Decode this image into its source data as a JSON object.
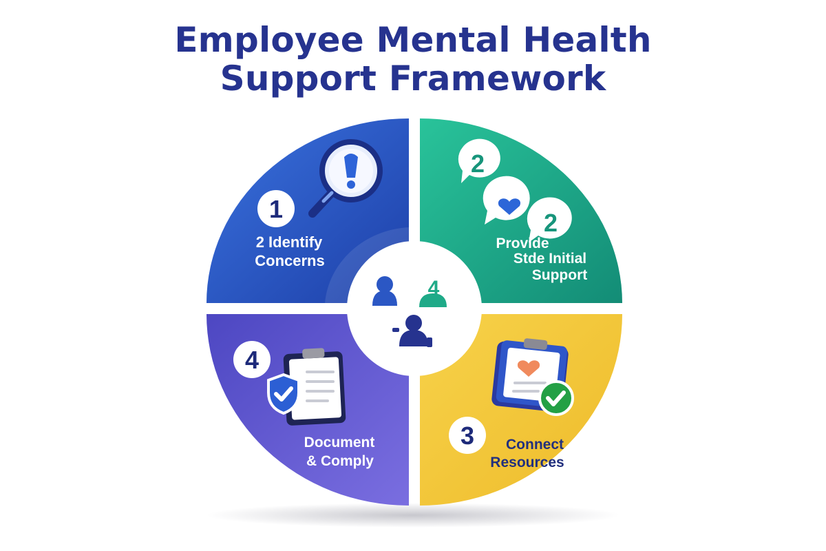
{
  "title": {
    "line1": "Employee Mental Health",
    "line2": "Support Framework"
  },
  "quadrants": [
    {
      "number": "1",
      "label_line1": "2 Identify",
      "label_line2": "Concerns",
      "icon": "magnifier-alert-icon",
      "color": "#2b56c8"
    },
    {
      "number": "2",
      "label_line1": "Provide",
      "label_line2": "Stde Initial",
      "label_line3": "Support",
      "icon": "chat-heart-icon",
      "bubble_1": "2",
      "bubble_2": "2",
      "color": "#1fae8c"
    },
    {
      "number": "3",
      "label_line1": "Connect",
      "label_line2": "Resources",
      "icon": "clipboard-heart-check-icon",
      "color": "#f3c93a"
    },
    {
      "number": "4",
      "label_line1": "Document",
      "label_line2": "& Comply",
      "icon": "clipboard-shield-check-icon",
      "color": "#5b55cf"
    }
  ],
  "center": {
    "icon": "people-group-icon",
    "figure_glyph": "4"
  }
}
